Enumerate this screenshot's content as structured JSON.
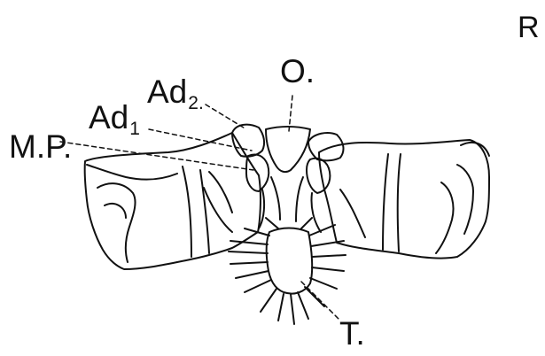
{
  "figure": {
    "corner_letter": "R",
    "labels": {
      "o": "O.",
      "ad2_main": "Ad",
      "ad2_sub": "2.",
      "ad1_main": "Ad",
      "ad1_sub": "1",
      "mp": "M.P.",
      "t": "T."
    },
    "colors": {
      "ink": "#111111",
      "paper": "#ffffff"
    }
  }
}
